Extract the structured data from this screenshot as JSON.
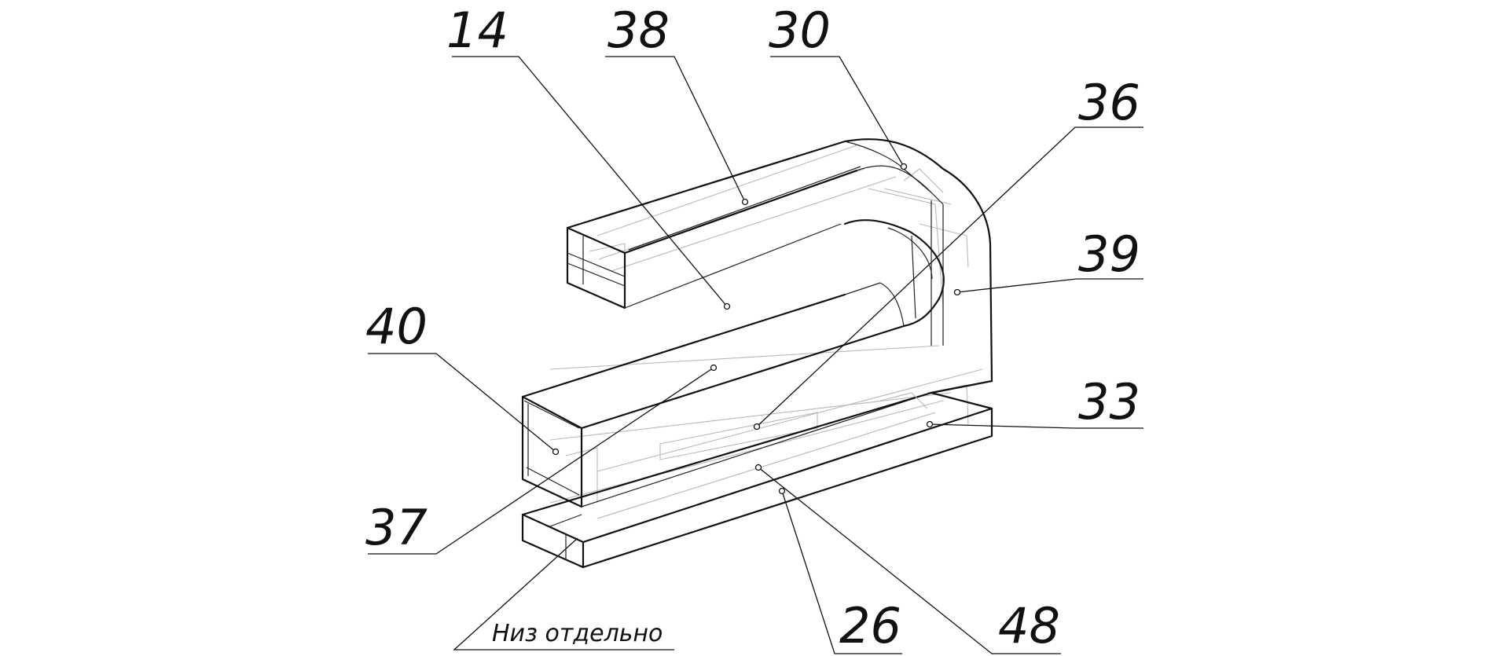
{
  "figure": {
    "callouts": [
      {
        "id": "c14",
        "label": "14"
      },
      {
        "id": "c38",
        "label": "38"
      },
      {
        "id": "c30",
        "label": "30"
      },
      {
        "id": "c36",
        "label": "36"
      },
      {
        "id": "c39",
        "label": "39"
      },
      {
        "id": "c40",
        "label": "40"
      },
      {
        "id": "c33",
        "label": "33"
      },
      {
        "id": "c37",
        "label": "37"
      },
      {
        "id": "c26",
        "label": "26"
      },
      {
        "id": "c48",
        "label": "48"
      }
    ],
    "note": "Низ отдельно"
  }
}
